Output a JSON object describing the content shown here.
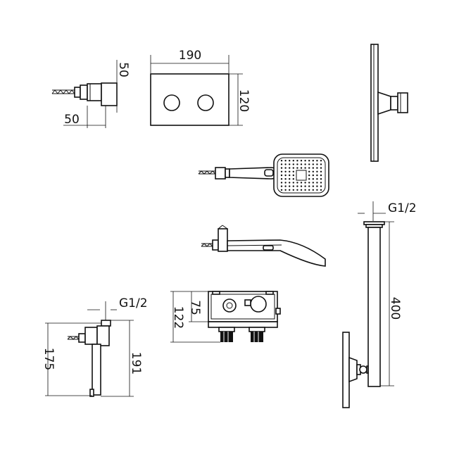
{
  "colors": {
    "stroke": "#111111",
    "background": "#ffffff"
  },
  "labels": {
    "holder_height": "50",
    "holder_width": "50",
    "plate_width": "190",
    "plate_height": "120",
    "arm_thread": "G1/2",
    "arm_length": "400",
    "spout_thread": "G1/2",
    "spout_height_inner": "175",
    "spout_height_outer": "191",
    "box_depth_inner": "75",
    "box_depth_outer": "122"
  }
}
